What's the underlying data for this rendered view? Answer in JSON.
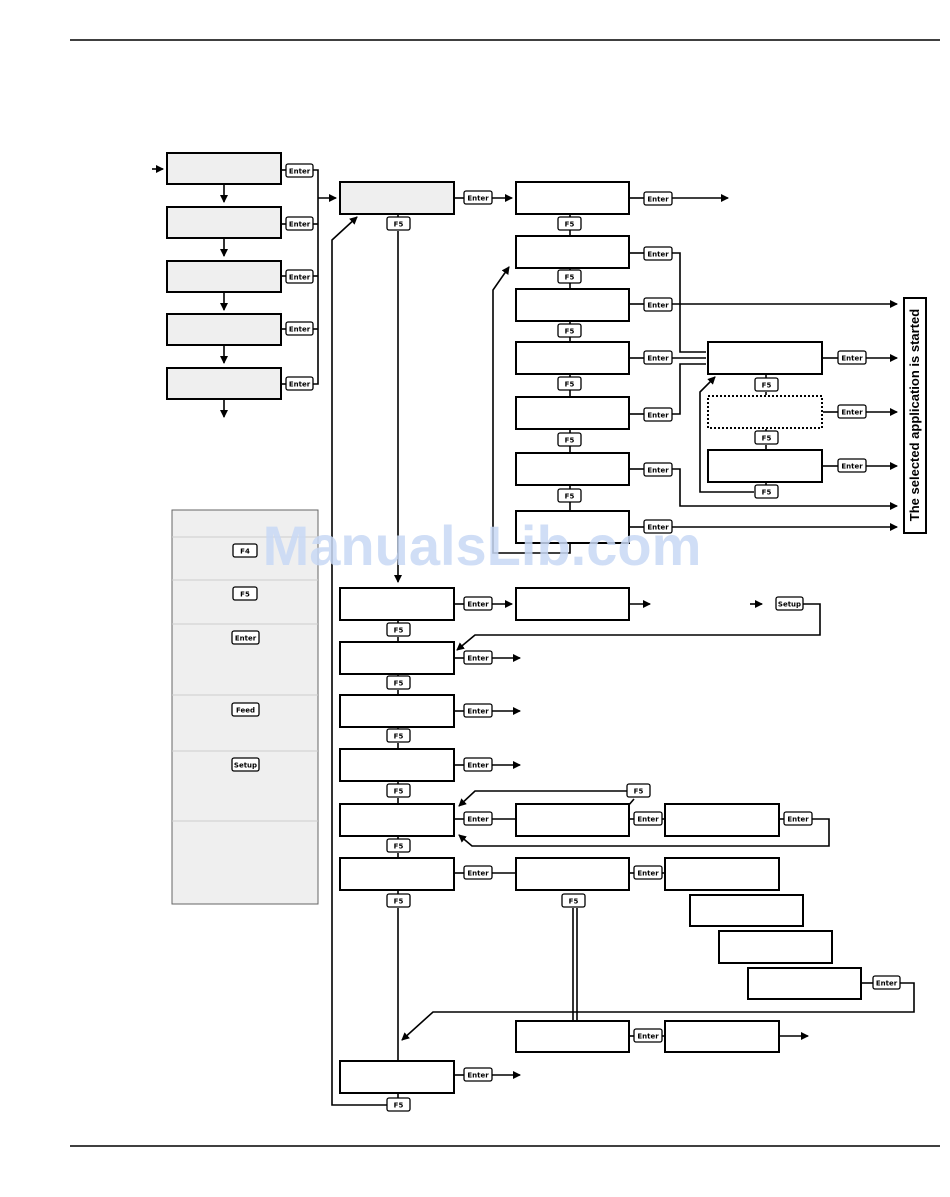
{
  "keys": {
    "enter": "Enter",
    "f5": "F5",
    "f4": "F4",
    "feed": "Feed",
    "setup": "Setup"
  },
  "side_label": "The selected application is started",
  "watermark": "ManualsLib.com",
  "colors": {
    "box_fill_grey": "#efefef",
    "line": "#000000",
    "watermark": "#c8d8f4"
  }
}
